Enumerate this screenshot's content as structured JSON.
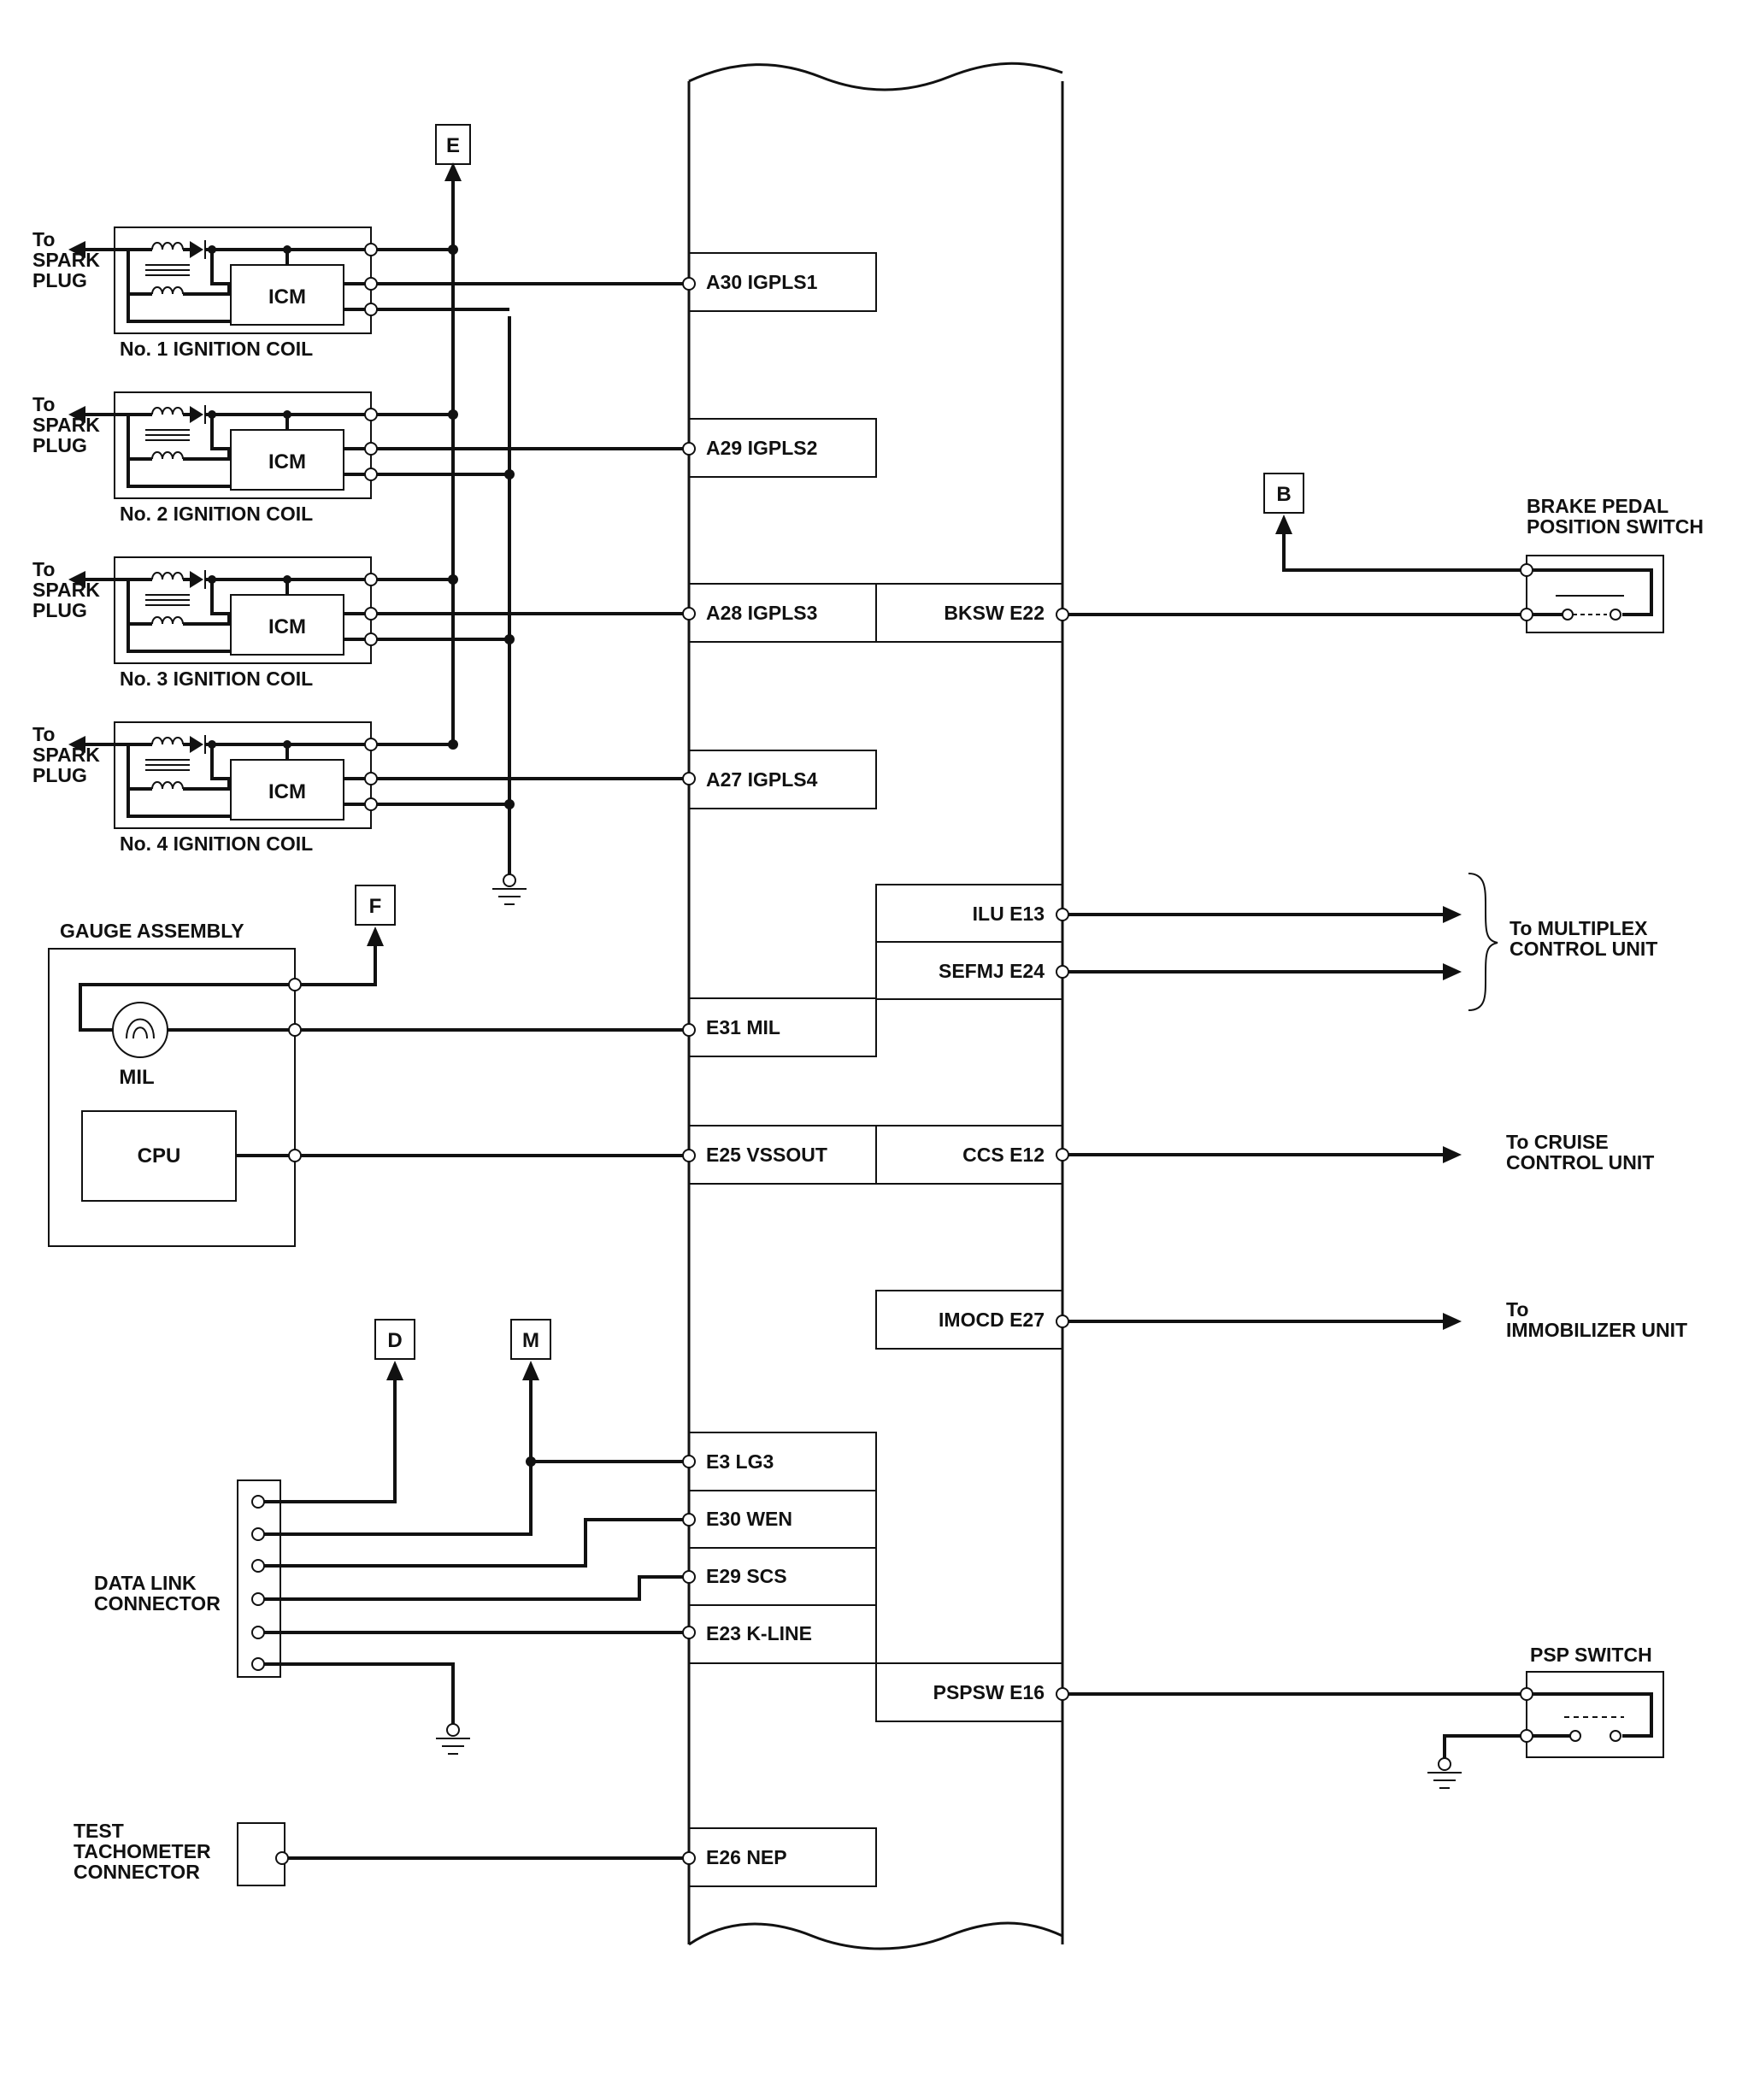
{
  "ecm_pins_left": [
    "A30 IGPLS1",
    "A29 IGPLS2",
    "A28 IGPLS3",
    "A27 IGPLS4",
    "E31 MIL",
    "E25 VSSOUT",
    "E3 LG3",
    "E30 WEN",
    "E29 SCS",
    "E23 K-LINE",
    "E26 NEP"
  ],
  "ecm_pins_right": [
    "BKSW E22",
    "ILU E13",
    "SEFMJ E24",
    "CCS E12",
    "IMOCD E27",
    "PSPSW E16"
  ],
  "coils": {
    "labels": [
      "No. 1 IGNITION COIL",
      "No. 2 IGNITION COIL",
      "No. 3 IGNITION COIL",
      "No. 4 IGNITION COIL"
    ],
    "icm_label": "ICM",
    "to_spark": [
      "To",
      "SPARK",
      "PLUG"
    ]
  },
  "tags": {
    "e": "E",
    "b": "B",
    "f": "F",
    "d": "D",
    "m": "M"
  },
  "gauge": {
    "title": "GAUGE ASSEMBLY",
    "mil": "MIL",
    "cpu": "CPU"
  },
  "brake_switch": [
    "BRAKE PEDAL",
    "POSITION SWITCH"
  ],
  "multiplex": [
    "To MULTIPLEX",
    "CONTROL UNIT"
  ],
  "cruise": [
    "To CRUISE",
    "CONTROL UNIT"
  ],
  "immobilizer": [
    "To",
    "IMMOBILIZER UNIT"
  ],
  "dlc": [
    "DATA LINK",
    "CONNECTOR"
  ],
  "psp": "PSP SWITCH",
  "tach": [
    "TEST",
    "TACHOMETER",
    "CONNECTOR"
  ]
}
